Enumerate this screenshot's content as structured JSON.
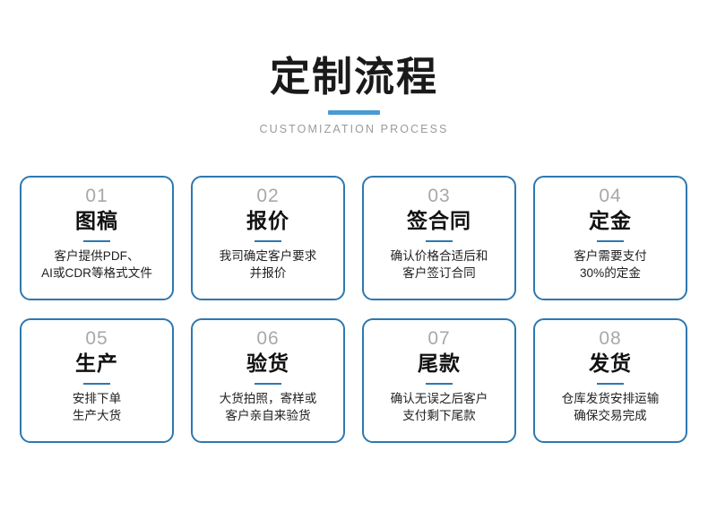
{
  "header": {
    "title": "定制流程",
    "subtitle": "CUSTOMIZATION PROCESS",
    "accent_color": "#4a9ad4",
    "title_color": "#1a1a1a",
    "subtitle_color": "#9b9b9b"
  },
  "theme": {
    "card_border_color": "#2e78b0",
    "card_rule_color": "#2e78b0",
    "number_color": "#a8a8a8",
    "background": "#ffffff"
  },
  "cards": [
    {
      "number": "01",
      "title": "图稿",
      "desc_line1": "客户提供PDF、",
      "desc_line2": "AI或CDR等格式文件"
    },
    {
      "number": "02",
      "title": "报价",
      "desc_line1": "我司确定客户要求",
      "desc_line2": "并报价"
    },
    {
      "number": "03",
      "title": "签合同",
      "desc_line1": "确认价格合适后和",
      "desc_line2": "客户签订合同"
    },
    {
      "number": "04",
      "title": "定金",
      "desc_line1": "客户需要支付",
      "desc_line2": "30%的定金"
    },
    {
      "number": "05",
      "title": "生产",
      "desc_line1": "安排下单",
      "desc_line2": "生产大货"
    },
    {
      "number": "06",
      "title": "验货",
      "desc_line1": "大货拍照，寄样或",
      "desc_line2": "客户亲自来验货"
    },
    {
      "number": "07",
      "title": "尾款",
      "desc_line1": "确认无误之后客户",
      "desc_line2": "支付剩下尾款"
    },
    {
      "number": "08",
      "title": "发货",
      "desc_line1": "仓库发货安排运输",
      "desc_line2": "确保交易完成"
    }
  ]
}
